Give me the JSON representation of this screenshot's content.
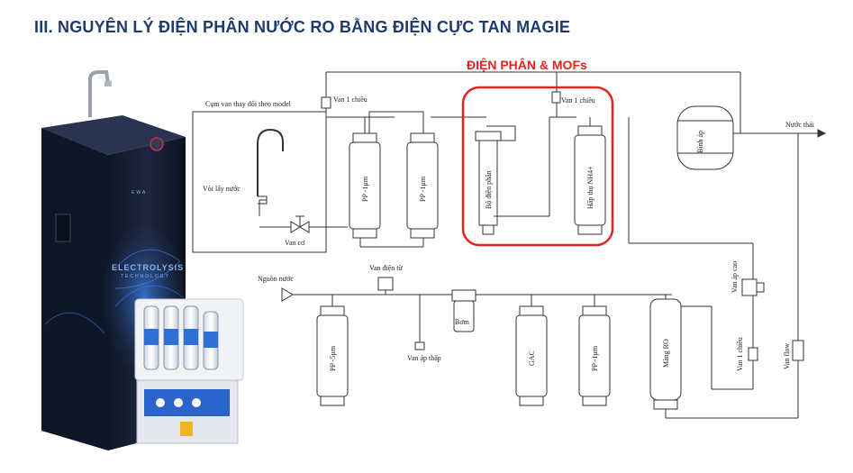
{
  "title": "III. NGUYÊN LÝ ĐIỆN PHÂN NƯỚC RO BẰNG ĐIỆN CỰC TAN MAGIE",
  "highlight_label": "ĐIỆN PHÂN & MOFs",
  "colors": {
    "title": "#1f3a6e",
    "highlight": "#e8231f",
    "cabinet": "#1b2236",
    "line": "#333333"
  },
  "product": {
    "brand_main": "ELECTROLYSIS",
    "brand_sub": "TECHNOLOGY",
    "logo": "EWA"
  },
  "diagram": {
    "box_label": "Cụm van thay đổi theo model",
    "faucet": "Vòi lấy nước",
    "manual_valve": "Van cơ",
    "check_valve_1": "Van 1 chiều",
    "check_valve_2": "Van 1 chiều",
    "check_valve_3": "Van 1 chiều",
    "pp1a": "PP -1µm",
    "pp1b": "PP -1µm",
    "electrolysis": "Bộ điện phân",
    "nh4": "Hấp thụ NH4+",
    "tank": "Bình áp",
    "waste": "Nước thải",
    "source": "Nguồn nước",
    "solenoid": "Van điện từ",
    "pump": "Bơm",
    "low_pressure": "Van áp thấp",
    "pp5": "PP -5µm",
    "gac": "GAC",
    "pp1c": "PP -1µm",
    "ro": "Màng RO",
    "high_pressure": "Van áp cao",
    "flow_valve": "Van flow"
  }
}
